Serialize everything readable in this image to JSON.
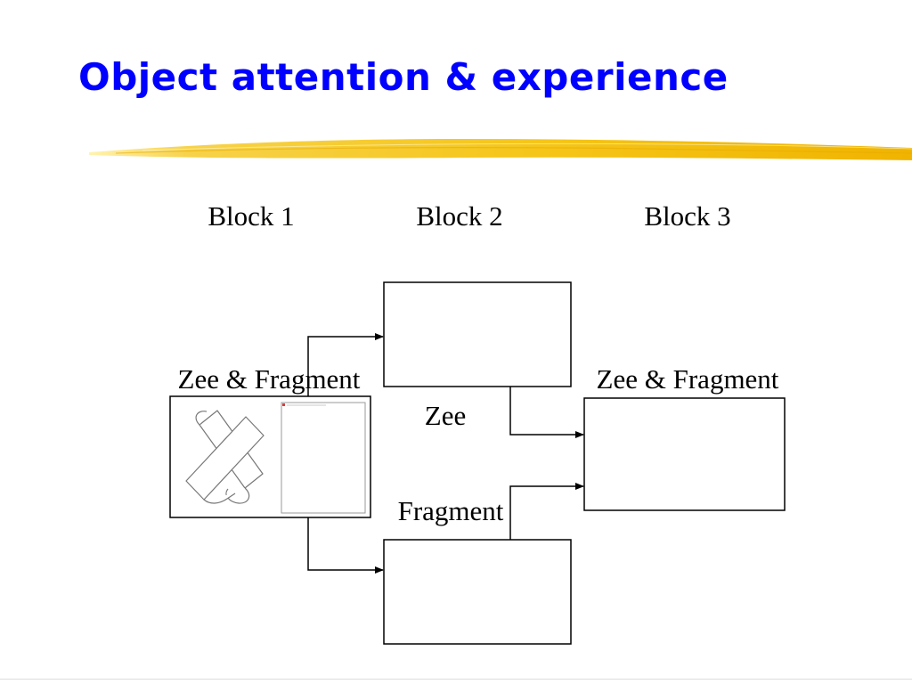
{
  "slide": {
    "title": "Object attention & experience",
    "title_color": "#0000ff",
    "accent_underline_color": "#f5c518"
  },
  "diagram": {
    "columns": {
      "block1": "Block 1",
      "block2": "Block 2",
      "block3": "Block 3"
    },
    "boxes": {
      "block1_box_label": "Zee & Fragment",
      "block2_top_box_label": "Zee",
      "block2_bottom_box_label": "Fragment",
      "block3_box_label": "Zee & Fragment"
    },
    "icons": {
      "block1_image": "zee-and-fragment-shape-icon"
    }
  }
}
